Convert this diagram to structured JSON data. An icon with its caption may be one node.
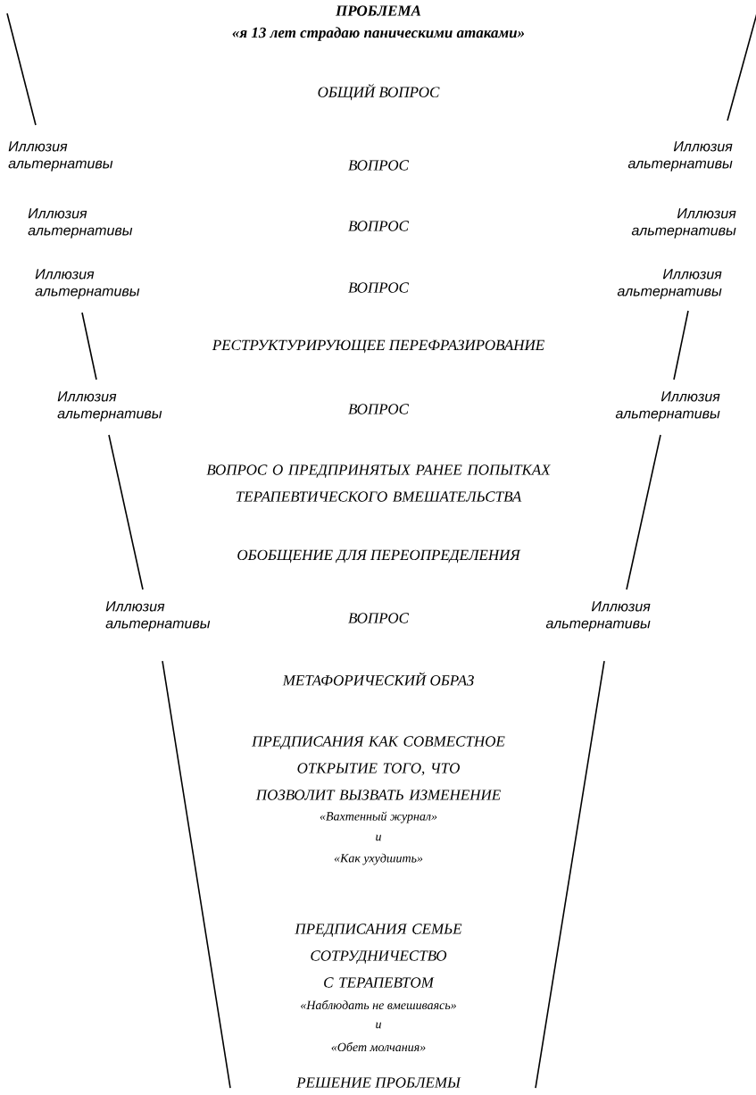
{
  "diagram": {
    "labels": [
      "ПРОБЛЕМА",
      "«я 13 лет страдаю паническими атаками»",
      "ОБЩИЙ ВОПРОС",
      "Иллюзия альтернативы",
      "ВОПРОС",
      "Иллюзия альтернативы",
      "Иллюзия альтернативы",
      "ВОПРОС",
      "Иллюзия альтернативы",
      "Иллюзия альтернативы",
      "ВОПРОС",
      "Иллюзия альтернативы",
      "РЕСТРУКТУРИРУЮЩЕЕ ПЕРЕФРАЗИРОВАНИЕ",
      "Иллюзия альтернативы",
      "ВОПРОС",
      "Иллюзия альтернативы",
      "ВОПРОС О ПРЕДПРИНЯТЫХ РАНЕЕ ПОПЫТКАХ ТЕРАПЕВТИЧЕСКОГО ВМЕШАТЕЛЬСТВА",
      "ОБОБЩЕНИЕ ДЛЯ ПЕРЕОПРЕДЕЛЕНИЯ",
      "Иллюзия альтернативы",
      "ВОПРОС",
      "Иллюзия альтернативы",
      "МЕТАФОРИЧЕСКИЙ ОБРАЗ",
      "ПРЕДПИСАНИЯ КАК СОВМЕСТНОЕ ОТКРЫТИЕ ТОГО, ЧТО ПОЗВОЛИТ ВЫЗВАТЬ ИЗМЕНЕНИЕ",
      "«Вахтенный журнал»",
      "и",
      "«Как ухудшить»",
      "ПРЕДПИСАНИЯ СЕМЬЕ СОТРУДНИЧЕСТВО С ТЕРАПЕВТОМ",
      "«Наблюдать не вмешиваясь»",
      "и",
      "«Обет молчания»",
      "РЕШЕНИЕ ПРОБЛЕМЫ"
    ]
  }
}
